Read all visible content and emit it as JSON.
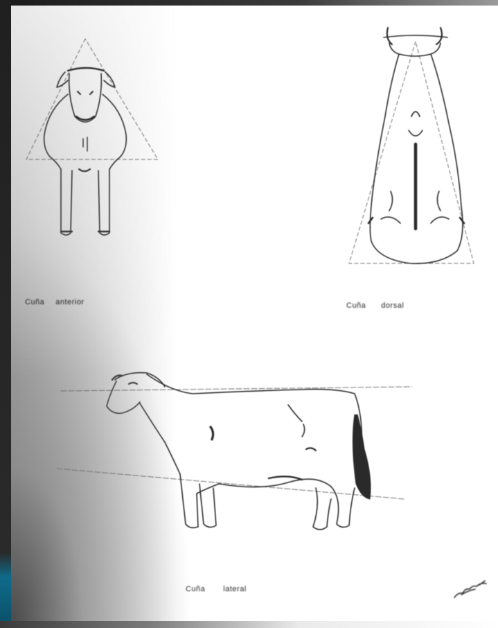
{
  "captions": {
    "front": {
      "word1": "Cuña",
      "word2": "anterior"
    },
    "back": {
      "word1": "Cuña",
      "word2": "dorsal"
    },
    "side": {
      "word1": "Cuña",
      "word2": "lateral"
    }
  },
  "colors": {
    "ink": "#2a2a2a",
    "guide_line": "#8a8a8a",
    "paper": "#ffffff",
    "frame_dark": "#1a1a1a",
    "frame_accent": "#0e6b8a"
  }
}
